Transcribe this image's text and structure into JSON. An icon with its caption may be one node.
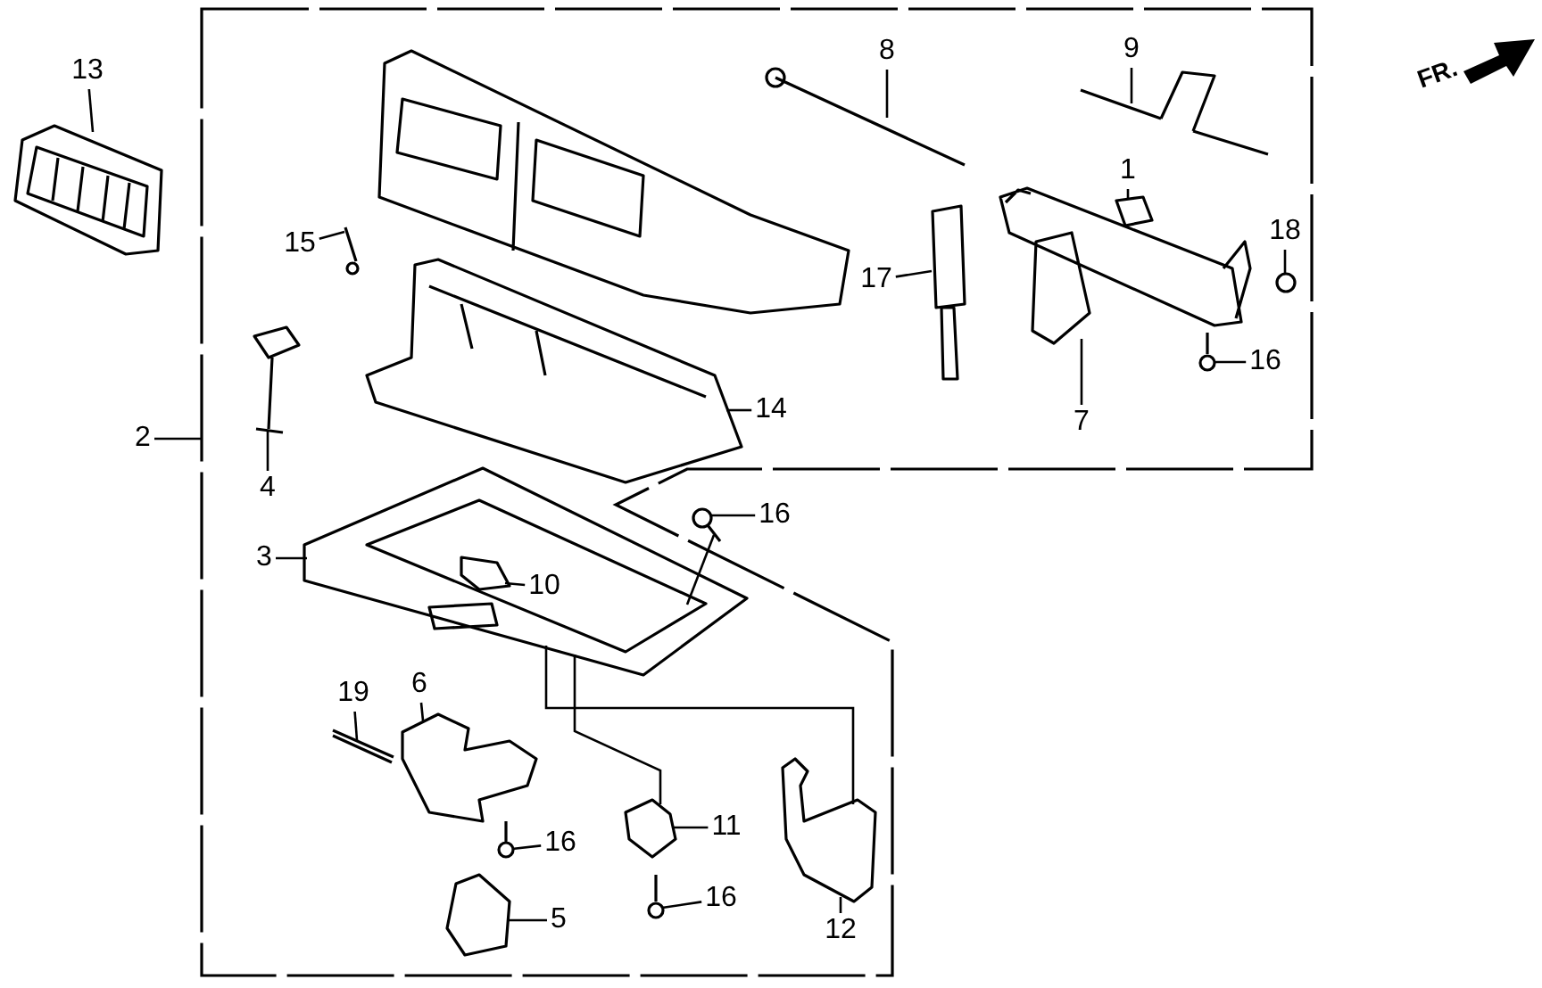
{
  "diagram": {
    "nodes": [
      {
        "text": [
          "13"
        ]
      },
      {
        "text": [],
        "shape": "box"
      },
      {
        "text": [
          "8"
        ],
        "in": 1
      },
      {
        "text": [
          "9"
        ],
        "in": 1
      },
      {
        "text": [],
        "shape": "picture",
        "in": 1
      },
      {
        "text": [
          "1"
        ],
        "in": 1
      },
      {
        "text": [],
        "shape": "picture",
        "in": 4
      },
      {
        "text": [
          "15"
        ],
        "in": 1
      },
      {
        "text": [
          "18"
        ],
        "in": 1
      },
      {
        "text": [
          "17"
        ],
        "in": 1
      },
      {
        "text": [
          "16"
        ],
        "in": 1
      },
      {
        "text": [
          "14"
        ],
        "in": 1
      },
      {
        "text": [
          "7"
        ],
        "in": 1
      },
      {
        "text": [
          "2"
        ]
      },
      {
        "text": [
          "4"
        ],
        "in": 1
      },
      {
        "text": [],
        "shape": "picture",
        "in": 1
      },
      {
        "text": [
          "16"
        ],
        "in": 1
      },
      {
        "text": [
          "3"
        ],
        "in": 1
      },
      {
        "text": [
          "10"
        ],
        "in": 15
      },
      {
        "text": [],
        "shape": "picture",
        "in": 15
      },
      {
        "text": [],
        "shape": "picture",
        "in": 15
      },
      {
        "text": [
          "6"
        ],
        "in": 1
      },
      {
        "text": [
          "19"
        ],
        "in": 1
      },
      {
        "text": [
          "11"
        ],
        "in": 1
      },
      {
        "text": [
          "16"
        ],
        "in": 1
      },
      {
        "text": [
          "16"
        ],
        "in": 1
      },
      {
        "text": [
          "5"
        ],
        "in": 1
      },
      {
        "text": [
          "12"
        ],
        "in": 1
      },
      {
        "text": [],
        "shape": "picture"
      },
      {
        "text": [],
        "shape": "picture",
        "in": 1
      },
      {
        "text": [],
        "shape": "picture",
        "in": 1
      },
      {
        "text": [],
        "shape": "picture",
        "in": 1
      },
      {
        "text": [],
        "shape": "picture",
        "in": 1
      },
      {
        "text": [],
        "shape": "picture",
        "in": 1
      },
      {
        "text": [],
        "shape": "picture",
        "in": 1
      },
      {
        "text": [],
        "shape": "picture",
        "in": 1
      },
      {
        "text": [],
        "shape": "picture",
        "in": 1
      },
      {
        "text": [],
        "shape": "picture",
        "in": 1
      },
      {
        "text": [],
        "shape": "picture",
        "in": 1
      },
      {
        "text": [],
        "shape": "picture",
        "in": 1
      },
      {
        "text": [],
        "shape": "picture",
        "in": 1
      },
      {
        "text": [],
        "shape": "picture",
        "in": 1
      },
      {
        "text": [],
        "shape": "picture",
        "in": 1
      },
      {
        "text": [],
        "shape": "picture",
        "in": 1
      },
      {
        "text": [],
        "shape": "picture",
        "in": 1
      }
    ],
    "edges": [
      {
        "from": 0,
        "to": 28,
        "arrow": "none"
      },
      {
        "from": 2,
        "to": 29,
        "arrow": "none"
      },
      {
        "from": 3,
        "to": 30,
        "arrow": "none"
      },
      {
        "from": 5,
        "to": 6,
        "arrow": "none"
      },
      {
        "from": 7,
        "to": 32,
        "arrow": "none"
      },
      {
        "from": 8,
        "to": 34,
        "arrow": "none"
      },
      {
        "from": 9,
        "to": 33,
        "arrow": "none"
      },
      {
        "from": 10,
        "to": 36,
        "arrow": "none"
      },
      {
        "from": 11,
        "to": 35,
        "arrow": "none"
      },
      {
        "from": 12,
        "to": 4,
        "arrow": "none"
      },
      {
        "from": 13,
        "to": 1,
        "arrow": "none"
      },
      {
        "from": 14,
        "to": 37,
        "arrow": "none"
      },
      {
        "from": 16,
        "to": 20,
        "arrow": "none"
      },
      {
        "from": 17,
        "to": 15,
        "arrow": "none"
      },
      {
        "from": 18,
        "to": 19,
        "arrow": "none"
      },
      {
        "from": 21,
        "to": 38,
        "arrow": "none"
      },
      {
        "from": 22,
        "to": 39,
        "arrow": "none"
      },
      {
        "from": 23,
        "to": 40,
        "arrow": "none"
      },
      {
        "from": 24,
        "to": 41,
        "arrow": "none"
      },
      {
        "from": 25,
        "to": 42,
        "arrow": "none"
      },
      {
        "from": 26,
        "to": 43,
        "arrow": "none"
      },
      {
        "from": 27,
        "to": 44,
        "arrow": "none"
      },
      {
        "from": 20,
        "to": 15,
        "arrow": "none"
      },
      {
        "from": 15,
        "to": 40,
        "arrow": "none"
      },
      {
        "from": 15,
        "to": 44,
        "arrow": "none"
      }
    ],
    "labels": [
      "FR."
    ]
  }
}
